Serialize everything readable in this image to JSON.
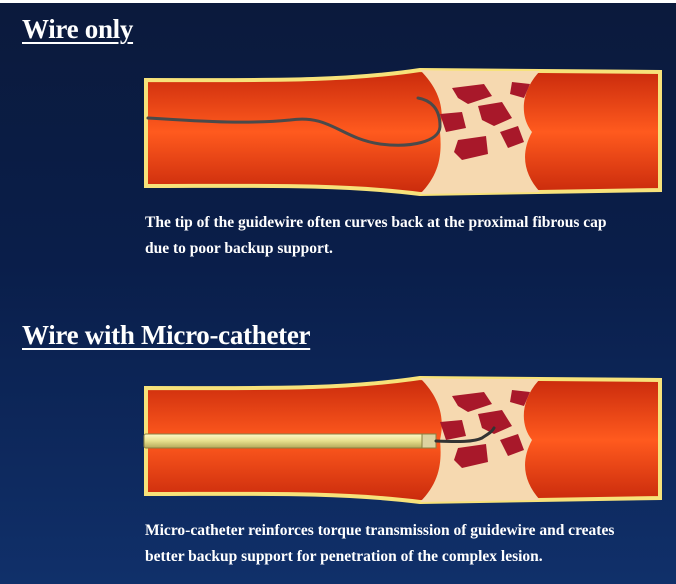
{
  "sections": [
    {
      "heading": "Wire only",
      "caption_lines": [
        "The tip of the guidewire often curves back at the proximal fibrous cap",
        "due to poor backup support."
      ]
    },
    {
      "heading": "Wire with Micro-catheter",
      "caption_lines": [
        "Micro-catheter reinforces torque transmission of guidewire and creates",
        "better backup support for penetration of the complex lesion."
      ]
    }
  ],
  "colors": {
    "background_top": "#0b1a3c",
    "background_bottom": "#10306a",
    "vessel_wall": "#e8401a",
    "vessel_border": "#f7e27a",
    "plaque": "#f6d9b0",
    "lipid_core": "#a8182a",
    "guidewire": "#555555",
    "microcatheter": "#e9e29a"
  }
}
